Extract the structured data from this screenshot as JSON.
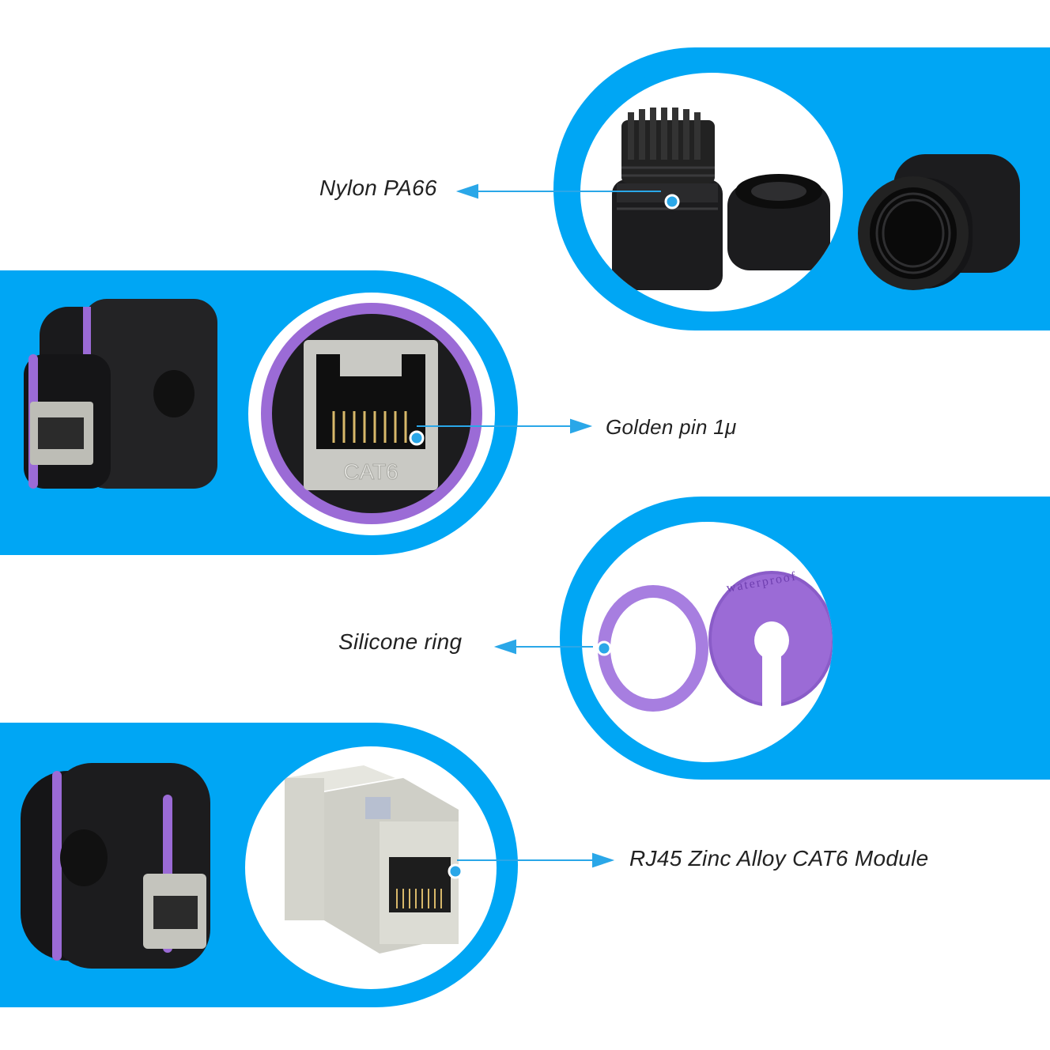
{
  "colors": {
    "accent_blue": "#00a6f4",
    "connector_black": "#1c1c1e",
    "seal_purple": "#9b6bd6",
    "metal_silver": "#c9c9c4",
    "pointer_blue": "#2aa7e8"
  },
  "callouts": {
    "nylon": {
      "label": "Nylon PA66"
    },
    "golden_pin": {
      "label": "Golden pin 1μ"
    },
    "silicone": {
      "label": "Silicone ring"
    },
    "module": {
      "label": "RJ45 Zinc Alloy CAT6 Module"
    }
  },
  "module_face_text": "CAT6",
  "gasket_text": "waterproof",
  "icons": [
    "arrow-left-icon",
    "arrow-right-icon",
    "pointer-dot-icon"
  ]
}
